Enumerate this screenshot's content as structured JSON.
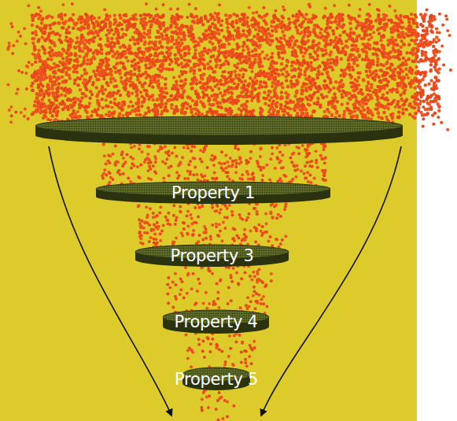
{
  "diagram": {
    "nodes": [
      {
        "text": [
          "Property 1"
        ]
      },
      {
        "text": [
          "Property 3"
        ]
      },
      {
        "text": [
          "Property 4"
        ]
      },
      {
        "text": [
          "Property 5"
        ]
      }
    ]
  }
}
